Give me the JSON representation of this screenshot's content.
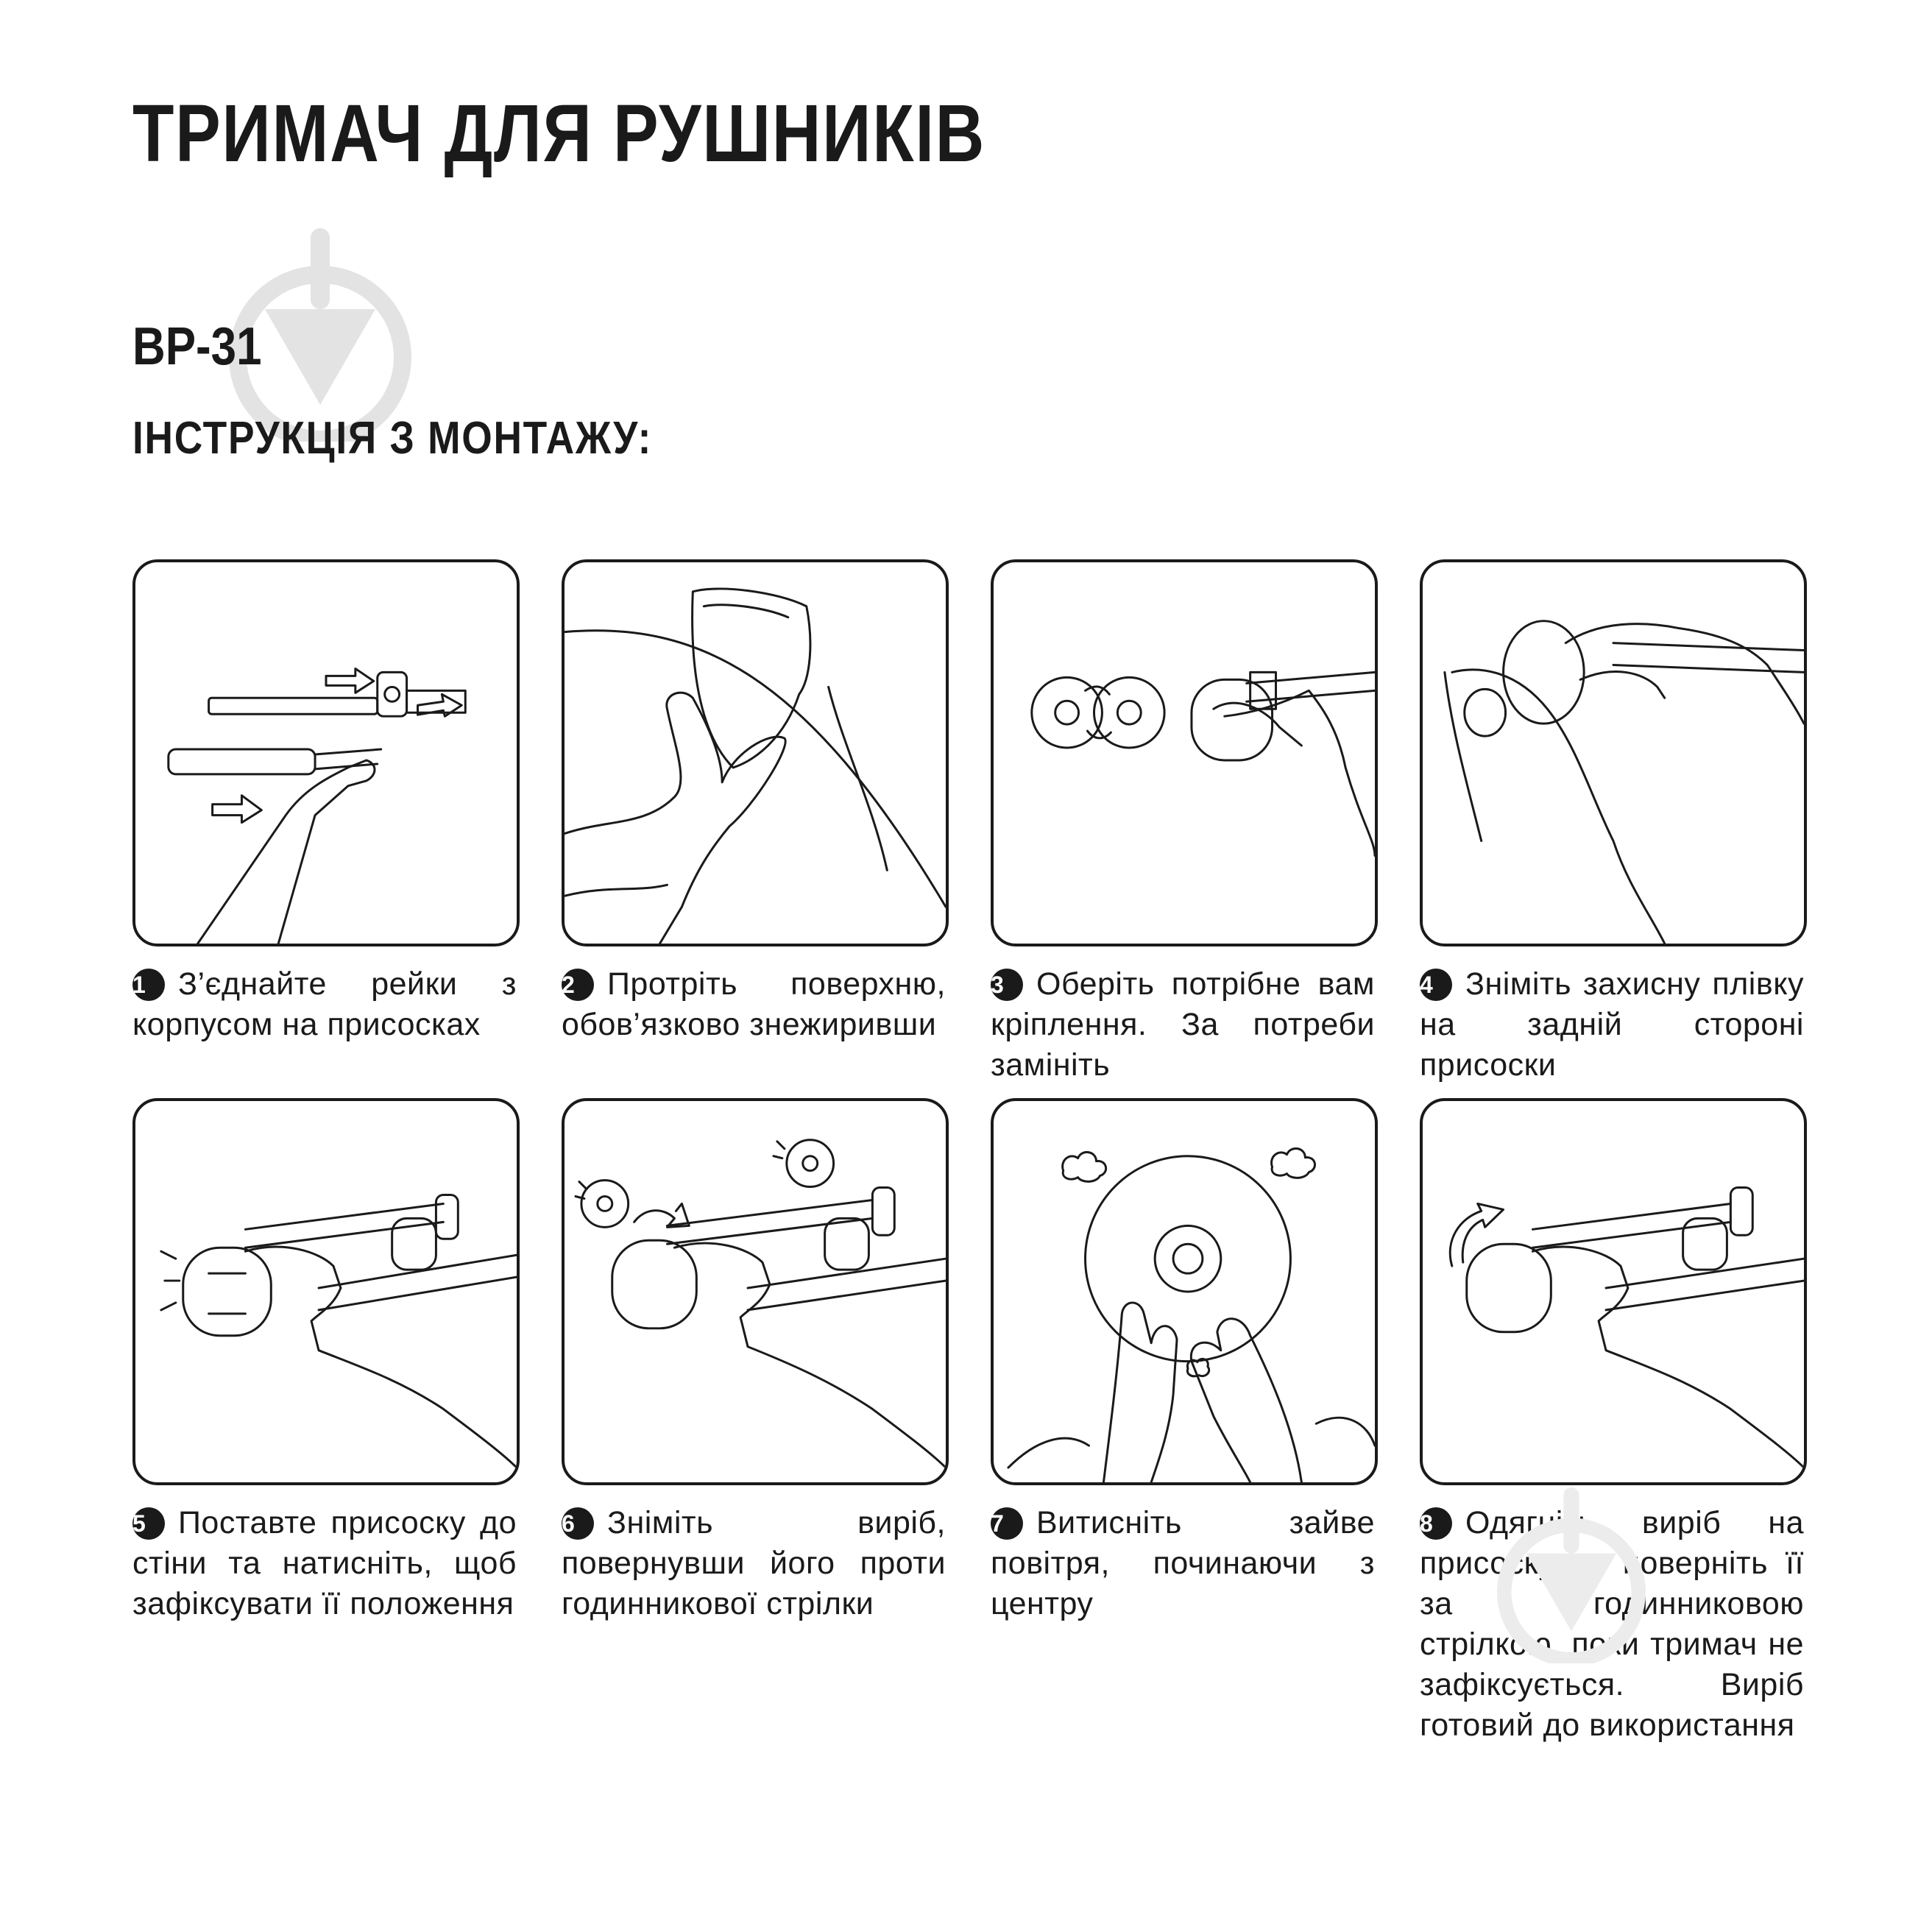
{
  "title": "ТРИМАЧ ДЛЯ РУШНИКІВ",
  "model": "BP-31",
  "subtitle": "ІНСТРУКЦІЯ З МОНТАЖУ:",
  "watermark_icon": "bulb-logo-icon",
  "steps": [
    {
      "number": "1",
      "text": "З’єднайте рейки з корпусом на присосках"
    },
    {
      "number": "2",
      "text": "Протріть поверхню, обов’язково знежиривши"
    },
    {
      "number": "3",
      "text": "Оберіть потрібне вам кріплення. За потреби замініть"
    },
    {
      "number": "4",
      "text": "Зніміть захисну плівку на задній стороні присоски"
    },
    {
      "number": "5",
      "text": "Поставте присоску до стіни та натисніть, щоб зафіксувати її положення"
    },
    {
      "number": "6",
      "text": "Зніміть виріб, повернувши його проти годинникової стрілки"
    },
    {
      "number": "7",
      "text": "Витисніть зайве повітря, починаючи з центру"
    },
    {
      "number": "8",
      "text": "Одягніть виріб на присоску та поверніть її за годинниковою стрілкою, поки тримач не зафіксується. Виріб готовий до використання"
    }
  ]
}
